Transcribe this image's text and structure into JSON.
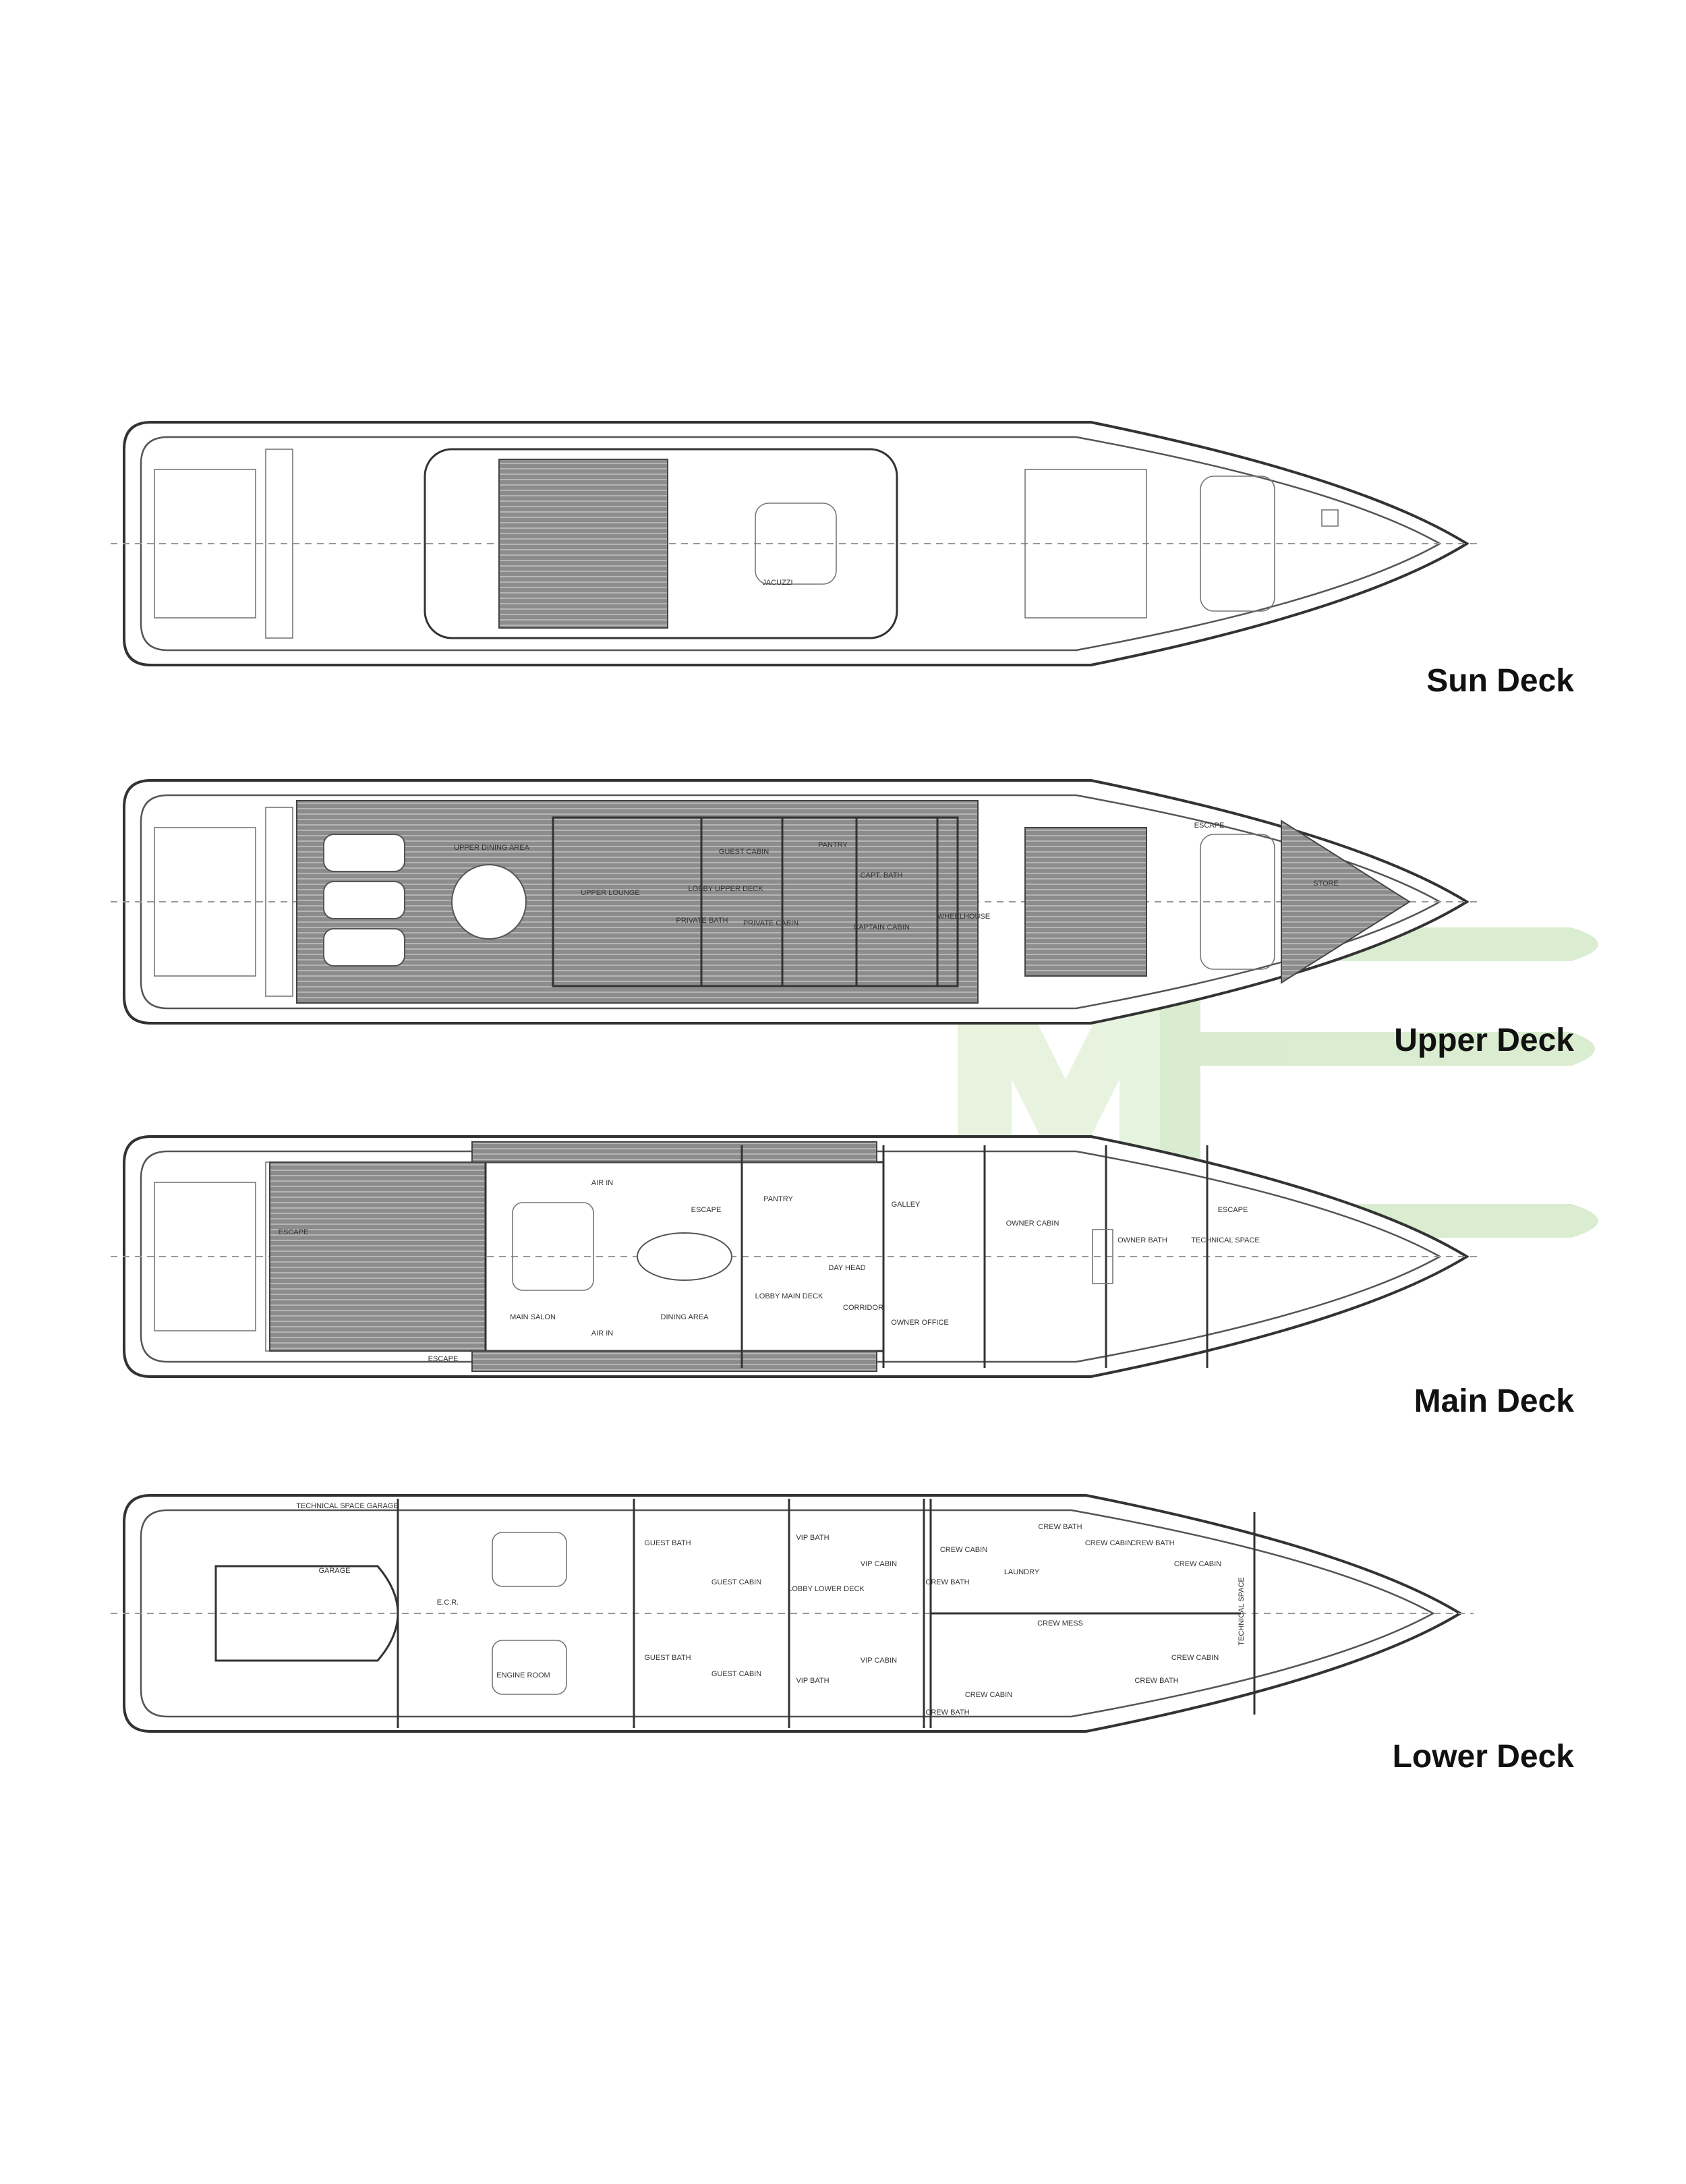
{
  "decks": [
    {
      "title": "Sun Deck",
      "rooms": [
        "JACUZZI"
      ]
    },
    {
      "title": "Upper Deck",
      "rooms": [
        "UPPER DINING AREA",
        "UPPER LOUNGE",
        "LOBBY UPPER DECK",
        "GUEST CABIN",
        "PANTRY",
        "CAPT. BATH",
        "WHEELHOUSE",
        "PRIVATE BATH",
        "PRIVATE CABIN",
        "CAPTAIN CABIN",
        "ESCAPE",
        "STORE"
      ]
    },
    {
      "title": "Main Deck",
      "rooms": [
        "ESCAPE",
        "MAIN SALON",
        "DINING AREA",
        "AIR IN",
        "AIR IN",
        "ESCAPE",
        "PANTRY",
        "GALLEY",
        "OWNER CABIN",
        "OWNER BATH",
        "TECHNICAL SPACE",
        "ESCAPE",
        "LOBBY MAIN DECK",
        "DAY HEAD",
        "CORRIDOR",
        "OWNER OFFICE",
        "ESCAPE"
      ]
    },
    {
      "title": "Lower Deck",
      "rooms": [
        "TECHNICAL SPACE GARAGE",
        "GARAGE",
        "E.C.R.",
        "ENGINE ROOM",
        "GUEST BATH",
        "GUEST BATH",
        "GUEST CABIN",
        "GUEST CABIN",
        "VIP BATH",
        "VIP BATH",
        "LOBBY LOWER DECK",
        "VIP CABIN",
        "VIP CABIN",
        "CREW CABIN",
        "LAUNDRY",
        "CREW BATH",
        "CREW CABIN",
        "CREW BATH",
        "CREW CABIN",
        "CREW MESS",
        "CREW CABIN",
        "CREW BATH",
        "CREW CABIN",
        "CREW BATH",
        "CREW BATH",
        "TECHNICAL SPACE"
      ]
    }
  ],
  "colors": {
    "watermark": "#cfe8c4",
    "line": "#333333",
    "teak": "#8a8a8a"
  }
}
